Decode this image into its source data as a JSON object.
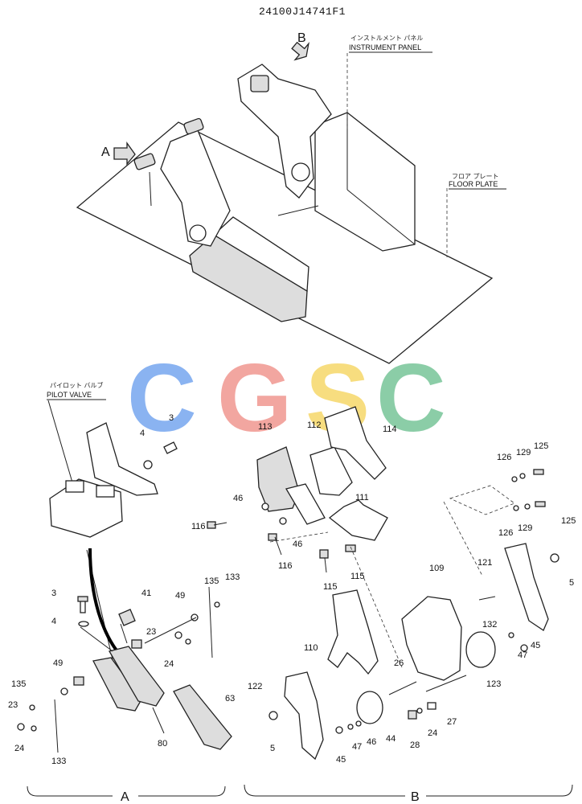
{
  "drawing_number": "24100J14741F1",
  "callouts": {
    "a": "A",
    "b": "B"
  },
  "labels": {
    "instrument_panel_jp": "インストルメント パネル",
    "instrument_panel_en": "INSTRUMENT PANEL",
    "floor_plate_jp": "フロア プレート",
    "floor_plate_en": "FLOOR PLATE",
    "pilot_valve_jp": "パイロット バルブ",
    "pilot_valve_en": "PILOT VALVE"
  },
  "watermark": {
    "letters": [
      "C",
      "G",
      "S",
      "C"
    ],
    "colors": [
      "#7aa9f0",
      "#f19a94",
      "#f7d96e",
      "#7cc79c"
    ]
  },
  "section_labels": {
    "a": "A",
    "b": "B"
  },
  "parts": [
    "3",
    "4",
    "3",
    "4",
    "41",
    "49",
    "135",
    "133",
    "23",
    "24",
    "49",
    "135",
    "23",
    "24",
    "133",
    "80",
    "63",
    "113",
    "112",
    "114",
    "111",
    "46",
    "116",
    "46",
    "116",
    "115",
    "115",
    "125",
    "126",
    "129",
    "126",
    "129",
    "125",
    "121",
    "5",
    "109",
    "132",
    "45",
    "47",
    "110",
    "26",
    "123",
    "122",
    "5",
    "45",
    "47",
    "46",
    "44",
    "28",
    "24",
    "27"
  ]
}
